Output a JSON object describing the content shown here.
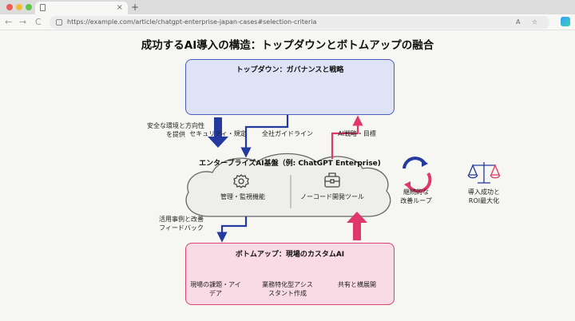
{
  "browser": {
    "url": "https://example.com/article/chatgpt-enterprise-japan-cases#selection-criteria",
    "new_tab": "+",
    "tab_close": "×",
    "back": "←",
    "forward": "→",
    "reload": "C",
    "reader_icon": "A",
    "favorite_icon": "☆"
  },
  "diagram": {
    "title": "成功するAI導入の構造：トップダウンとボトムアップの融合",
    "top": {
      "title": "トップダウン：ガバナンスと戦略",
      "items": [
        "セキュリティ・規定",
        "全社ガイドライン",
        "AI戦略・目標"
      ]
    },
    "platform": {
      "title": "エンタープライズAI基盤（例: ChatGPT Enterprise)",
      "items": [
        "管理・監視機能",
        "ノーコード開発ツール"
      ]
    },
    "bottom": {
      "title": "ボトムアップ：現場のカスタムAI",
      "items": [
        "現場の課題・アイ\nデア",
        "業務特化型アシス\nスタント作成",
        "共有と横展開"
      ]
    },
    "flows": {
      "down_label": "安全な環境と方向性\nを提供",
      "up_label": "活用事例と改善\nフィードバック"
    },
    "side": {
      "loop": "継続的な\n改善ループ",
      "roi": "導入成功と\nROI最大化"
    },
    "colors": {
      "top_accent": "#4b5bc0",
      "bottom_accent": "#d8436f",
      "navy": "#253a9e",
      "pink": "#e0386b"
    }
  }
}
